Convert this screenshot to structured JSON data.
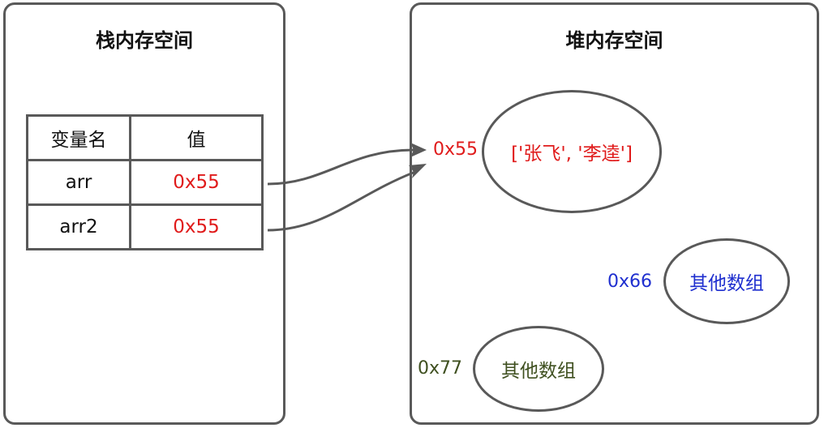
{
  "stack": {
    "title": "栈内存空间",
    "table": {
      "headers": [
        "变量名",
        "值"
      ],
      "rows": [
        {
          "name": "arr",
          "value": "0x55"
        },
        {
          "name": "arr2",
          "value": "0x55"
        }
      ]
    }
  },
  "heap": {
    "title": "堆内存空间",
    "objects": [
      {
        "address": "0x55",
        "content": "['张飞', '李逵']",
        "color": "#e01b1b"
      },
      {
        "address": "0x66",
        "content": "其他数组",
        "color": "#1f2fcf"
      },
      {
        "address": "0x77",
        "content": "其他数组",
        "color": "#3f5020"
      }
    ]
  },
  "colors": {
    "stroke": "#595959",
    "pointer_value": "#e01b1b"
  }
}
